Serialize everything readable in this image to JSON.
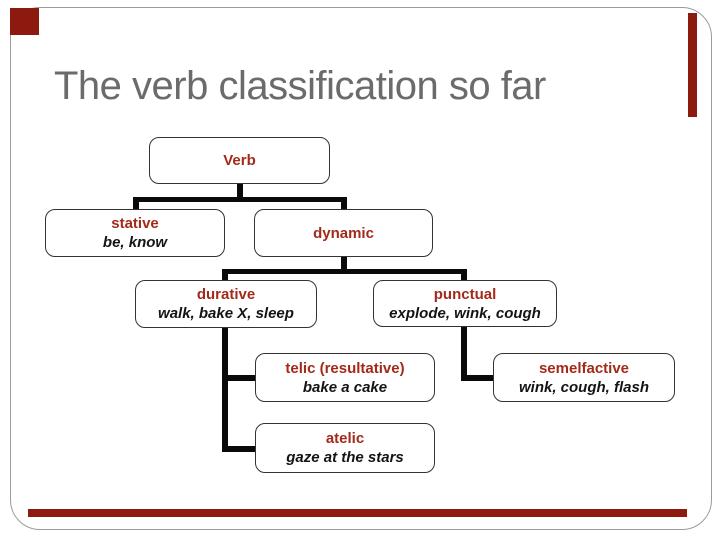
{
  "slide": {
    "title": "The verb classification so far"
  },
  "colors": {
    "title_gray": "#6b6b6b",
    "node_label_red": "#a32a1b",
    "example_text_black": "#141414",
    "accent_red": "#8c1a0f",
    "frame_gray": "#9b9b9b",
    "connector_black": "#0a0a0a"
  },
  "tree": {
    "nodes": [
      {
        "id": "verb",
        "label": "Verb",
        "examples": ""
      },
      {
        "id": "stative",
        "label": "stative",
        "examples": "be, know"
      },
      {
        "id": "dynamic",
        "label": "dynamic",
        "examples": ""
      },
      {
        "id": "durative",
        "label": "durative",
        "examples": "walk, bake X, sleep"
      },
      {
        "id": "punctual",
        "label": "punctual",
        "examples": "explode, wink, cough"
      },
      {
        "id": "telic",
        "label": "telic (resultative)",
        "examples": "bake a cake"
      },
      {
        "id": "semelfactive",
        "label": "semelfactive",
        "examples": "wink, cough, flash"
      },
      {
        "id": "atelic",
        "label": "atelic",
        "examples": "gaze at the stars"
      }
    ]
  }
}
